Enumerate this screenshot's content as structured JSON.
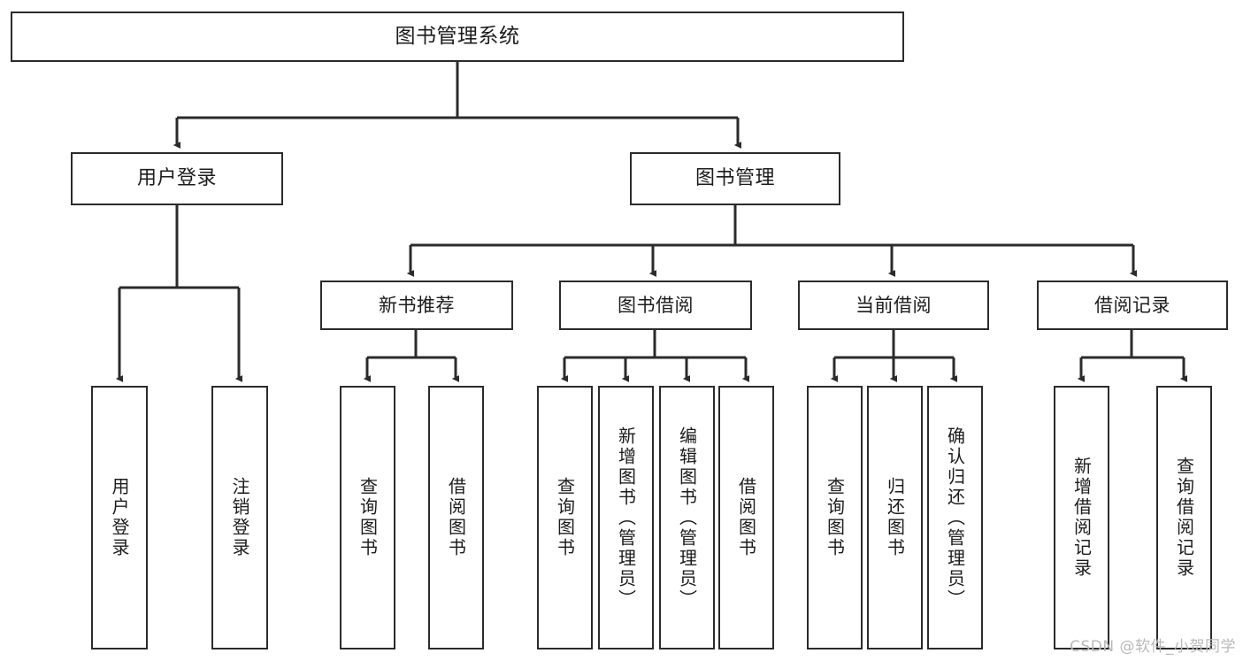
{
  "diagram": {
    "type": "tree",
    "title": "图书管理系统",
    "watermark": "CSDN @软件_小贺同学",
    "colors": {
      "stroke": "#2b2b2b",
      "fill": "#ffffff",
      "text": "#1c1c1c",
      "watermark": "#b9b9b9"
    },
    "root": {
      "label": "图书管理系统"
    },
    "level2": [
      {
        "id": "user-login",
        "label": "用户登录"
      },
      {
        "id": "book-management",
        "label": "图书管理"
      }
    ],
    "level3": [
      {
        "id": "new-book-recommend",
        "label": "新书推荐"
      },
      {
        "id": "book-borrow",
        "label": "图书借阅"
      },
      {
        "id": "current-borrow",
        "label": "当前借阅"
      },
      {
        "id": "borrow-record",
        "label": "借阅记录"
      }
    ],
    "leaves": {
      "user_login": [
        {
          "id": "leaf-user-login",
          "label": "用户登录"
        },
        {
          "id": "leaf-logout",
          "label": "注销登录"
        }
      ],
      "new_book_recommend": [
        {
          "id": "leaf-query-book-1",
          "label": "查询图书"
        },
        {
          "id": "leaf-borrow-book-1",
          "label": "借阅图书"
        }
      ],
      "book_borrow": [
        {
          "id": "leaf-query-book-2",
          "label": "查询图书"
        },
        {
          "id": "leaf-add-book",
          "label": "新增图书（管理员）"
        },
        {
          "id": "leaf-edit-book",
          "label": "编辑图书（管理员）"
        },
        {
          "id": "leaf-borrow-book-2",
          "label": "借阅图书"
        }
      ],
      "current_borrow": [
        {
          "id": "leaf-query-book-3",
          "label": "查询图书"
        },
        {
          "id": "leaf-return-book",
          "label": "归还图书"
        },
        {
          "id": "leaf-confirm-return",
          "label": "确认归还（管理员）"
        }
      ],
      "borrow_record": [
        {
          "id": "leaf-add-record",
          "label": "新增借阅记录"
        },
        {
          "id": "leaf-query-record",
          "label": "查询借阅记录"
        }
      ]
    }
  }
}
